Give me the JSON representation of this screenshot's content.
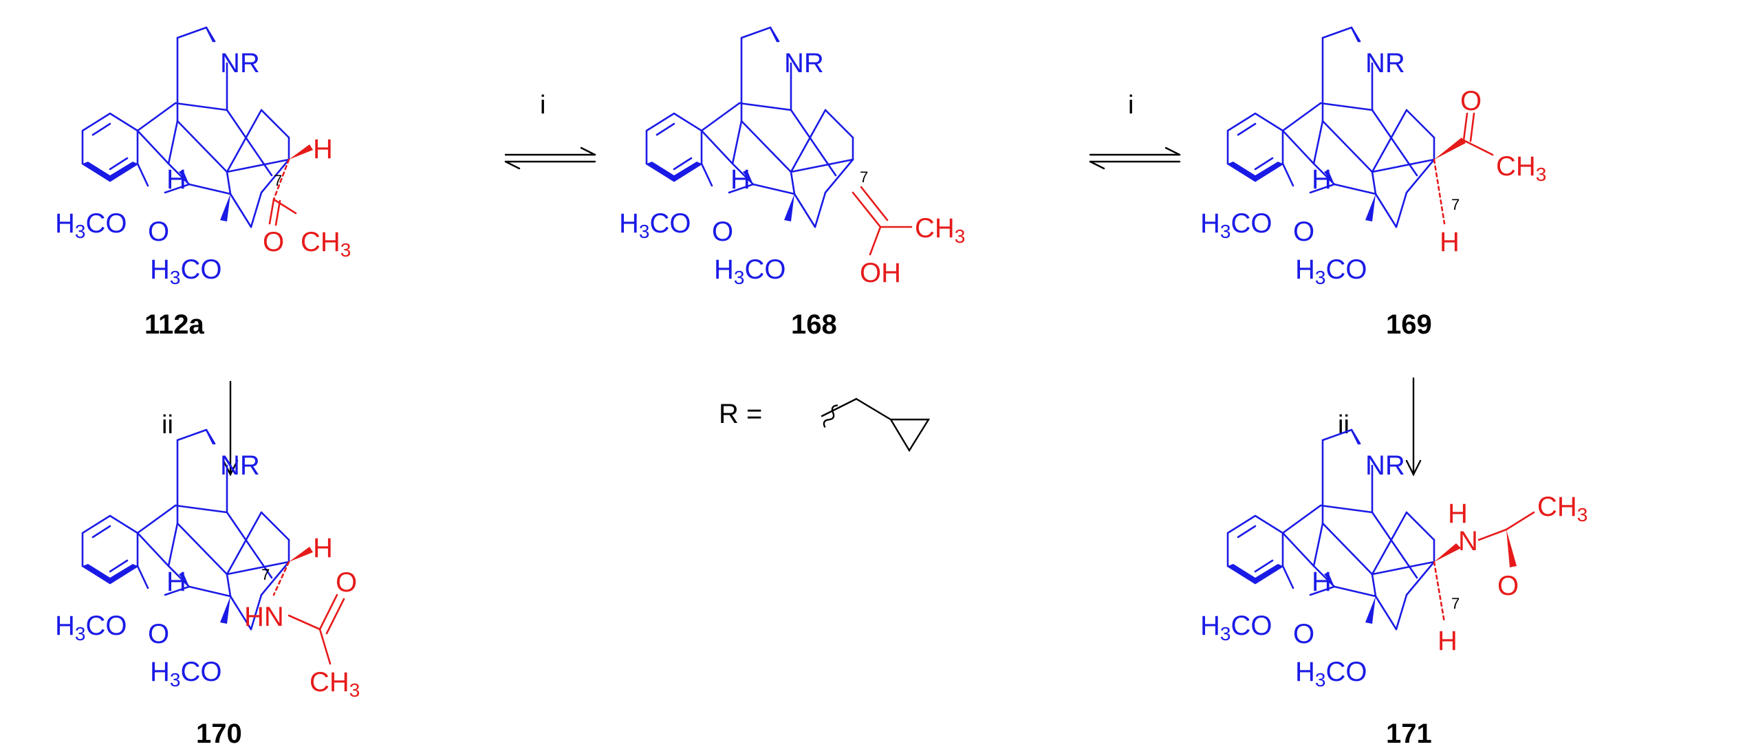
{
  "compounds": [
    {
      "id": "112a",
      "label": "112a",
      "c7_label": "7",
      "substituent": "C(=O)CH3",
      "c7_config": "alpha acetyl, beta H"
    },
    {
      "id": "168",
      "label": "168",
      "c7_label": "7",
      "substituent": "enol C(OH)=",
      "c7_config": "enol"
    },
    {
      "id": "169",
      "label": "169",
      "c7_label": "7",
      "substituent": "C(=O)CH3",
      "c7_config": "beta acetyl, alpha H"
    },
    {
      "id": "170",
      "label": "170",
      "c7_label": "7",
      "substituent": "NHC(=O)CH3",
      "c7_config": "alpha acetamido, beta H"
    },
    {
      "id": "171",
      "label": "171",
      "c7_label": "7",
      "substituent": "NHC(=O)CH3",
      "c7_config": "beta acetamido, alpha H"
    }
  ],
  "atoms": {
    "nr": "NR",
    "h3co": "H3CO",
    "o_bridge": "O",
    "h": "H",
    "ch3": "CH3",
    "o": "O",
    "oh": "OH",
    "hn": "HN",
    "n": "N"
  },
  "conditions": {
    "step_i": "i",
    "step_ii": "ii"
  },
  "r_definition": {
    "text": "R ="
  },
  "colors": {
    "scaffold": "#1a1ae6",
    "modified": "#e61a1a",
    "text": "#000000"
  }
}
